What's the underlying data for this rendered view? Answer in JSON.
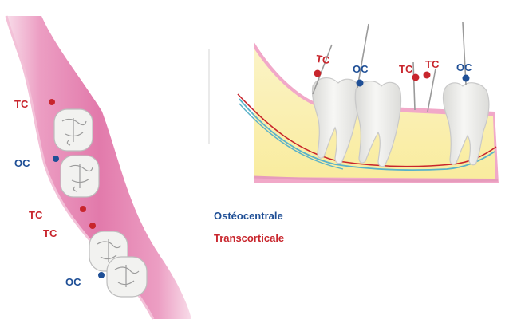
{
  "colors": {
    "tc": "#c8252c",
    "oc": "#1f4f96",
    "gum": "#e37fae",
    "gum_light": "#f6d3e3",
    "bone": "#fbf0b0",
    "tooth": "#f2f2f0",
    "nerve_blue": "#5ab2c9",
    "nerve_red": "#c8252c",
    "needle": "#a9a9a9"
  },
  "left_view": {
    "labels": [
      {
        "id": "tc-1",
        "text": "TC",
        "kind": "tc"
      },
      {
        "id": "oc-1",
        "text": "OC",
        "kind": "oc"
      },
      {
        "id": "tc-2",
        "text": "TC",
        "kind": "tc"
      },
      {
        "id": "tc-3",
        "text": "TC",
        "kind": "tc"
      },
      {
        "id": "oc-2",
        "text": "OC",
        "kind": "oc"
      }
    ]
  },
  "right_view": {
    "labels": [
      {
        "id": "tc-1",
        "text": "TC",
        "kind": "tc"
      },
      {
        "id": "oc-1",
        "text": "OC",
        "kind": "oc"
      },
      {
        "id": "tc-2",
        "text": "TC",
        "kind": "tc"
      },
      {
        "id": "tc-3",
        "text": "TC",
        "kind": "tc"
      },
      {
        "id": "oc-2",
        "text": "OC",
        "kind": "oc"
      }
    ]
  },
  "legend": {
    "osteocentrale": "Ostéocentrale",
    "transcorticale": "Transcorticale"
  }
}
